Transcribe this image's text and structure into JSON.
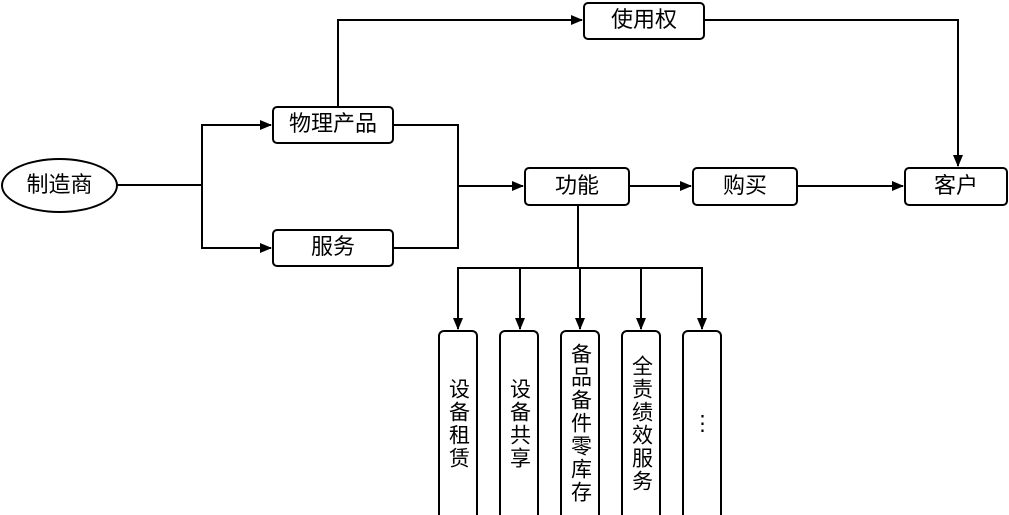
{
  "diagram": {
    "manufacturer": "制造商",
    "physical_product": "物理产品",
    "service": "服务",
    "usage_right": "使用权",
    "function": "功能",
    "purchase": "购买",
    "customer": "客户",
    "modes": [
      "设备租赁",
      "设备共享",
      "备品备件零库存",
      "全责绩效服务",
      "⋮"
    ]
  },
  "colors": {
    "stroke": "#000000",
    "background": "#ffffff"
  }
}
